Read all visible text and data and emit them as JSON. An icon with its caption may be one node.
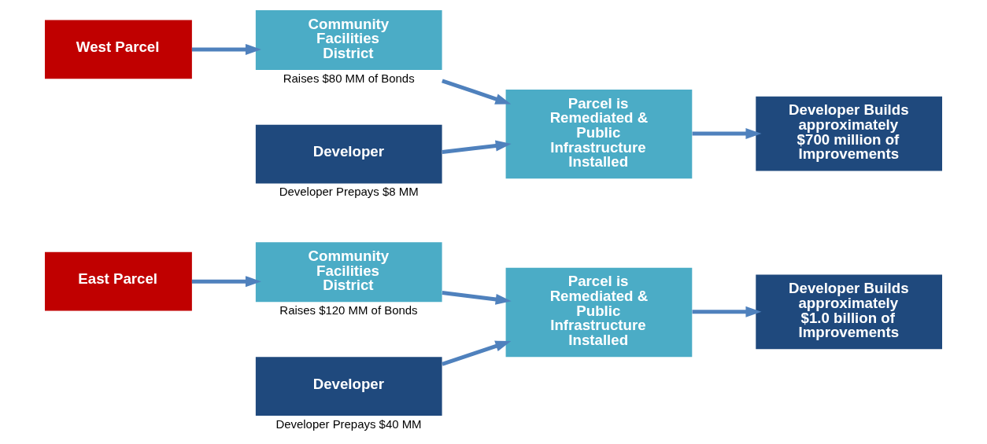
{
  "diagram": {
    "nodes": [
      {
        "text": [
          "East Parcel"
        ]
      },
      {
        "text": [
          "Community Facilities District"
        ],
        "beside": [
          "Raises $120 MM of Bonds"
        ]
      },
      {
        "text": [
          "Developer"
        ],
        "beside": [
          "Developer Prepays $40 MM"
        ]
      },
      {
        "text": [
          "Parcel is Remediated & Public Infrastructure Installed"
        ]
      },
      {
        "text": [
          "Developer Builds approximately $1.0 billion of Improvements"
        ]
      },
      {
        "text": [
          "West Parcel"
        ]
      },
      {
        "text": [
          "Community Facilities District"
        ],
        "beside": [
          "Raises $80 MM of Bonds"
        ]
      },
      {
        "text": [
          "Developer"
        ],
        "beside": [
          "Developer Prepays $8 MM"
        ]
      },
      {
        "text": [
          "Parcel is Remediated & Public Infrastructure Installed"
        ]
      },
      {
        "text": [
          "Developer Builds approximately $700 million of Improvements"
        ]
      }
    ],
    "edges": [
      {
        "from": 0,
        "to": 1,
        "arrow": "to"
      },
      {
        "from": 1,
        "to": 3,
        "arrow": "to"
      },
      {
        "from": 2,
        "to": 3,
        "arrow": "to"
      },
      {
        "from": 3,
        "to": 4,
        "arrow": "to"
      },
      {
        "from": 5,
        "to": 6,
        "arrow": "to"
      },
      {
        "from": 6,
        "to": 8,
        "arrow": "to"
      },
      {
        "from": 7,
        "to": 8,
        "arrow": "to"
      },
      {
        "from": 8,
        "to": 9,
        "arrow": "to"
      }
    ]
  }
}
